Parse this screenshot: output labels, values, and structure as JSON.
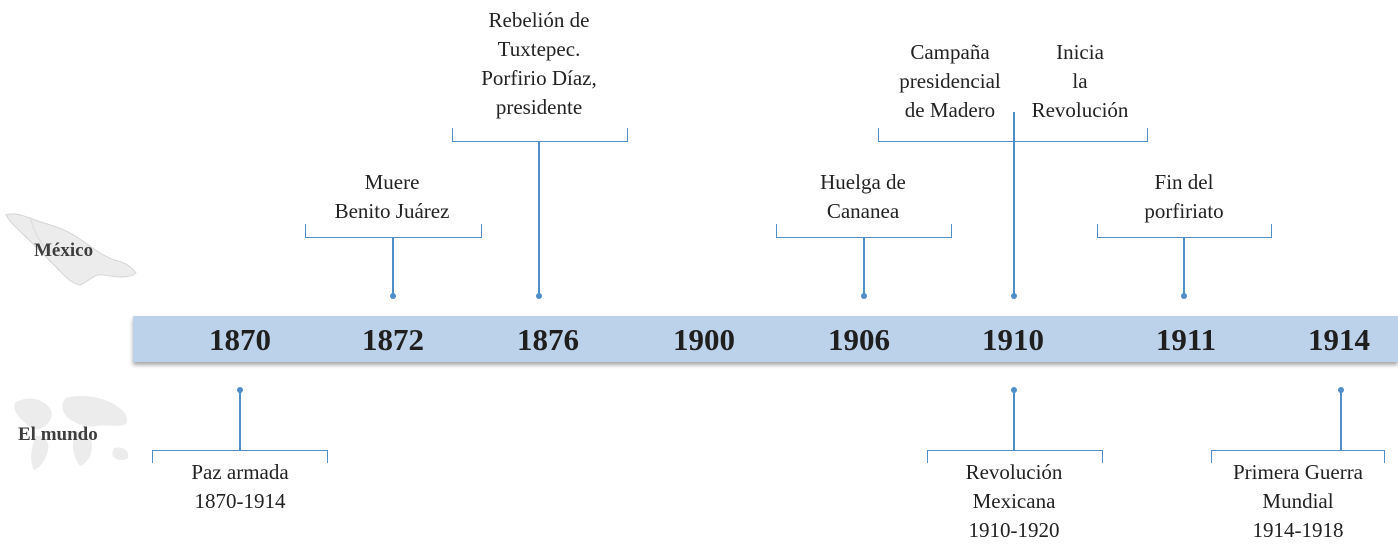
{
  "labels": {
    "mexico": "México",
    "mundo": "El mundo"
  },
  "years": [
    "1870",
    "1872",
    "1876",
    "1900",
    "1906",
    "1910",
    "1911",
    "1914"
  ],
  "mexico_events": [
    {
      "lines": [
        "Muere",
        "Benito Juárez"
      ]
    },
    {
      "lines": [
        "Rebelión de",
        "Tuxtepec.",
        "Porfirio Díaz,",
        "presidente"
      ]
    },
    {
      "lines": [
        "Huelga de",
        "Cananea"
      ]
    },
    {
      "lines": [
        "Campaña",
        "presidencial",
        "de Madero"
      ]
    },
    {
      "lines": [
        "Inicia",
        "la",
        "Revolución"
      ]
    },
    {
      "lines": [
        "Fin del",
        "porfiriato"
      ]
    }
  ],
  "world_events": [
    {
      "lines": [
        "Paz armada",
        "1870-1914"
      ]
    },
    {
      "lines": [
        "Revolución",
        "Mexicana",
        "1910-1920"
      ]
    },
    {
      "lines": [
        "Primera Guerra",
        "Mundial",
        "1914-1918"
      ]
    }
  ],
  "colors": {
    "bar": "#bcd1ea",
    "connector": "#4f8ec9"
  }
}
